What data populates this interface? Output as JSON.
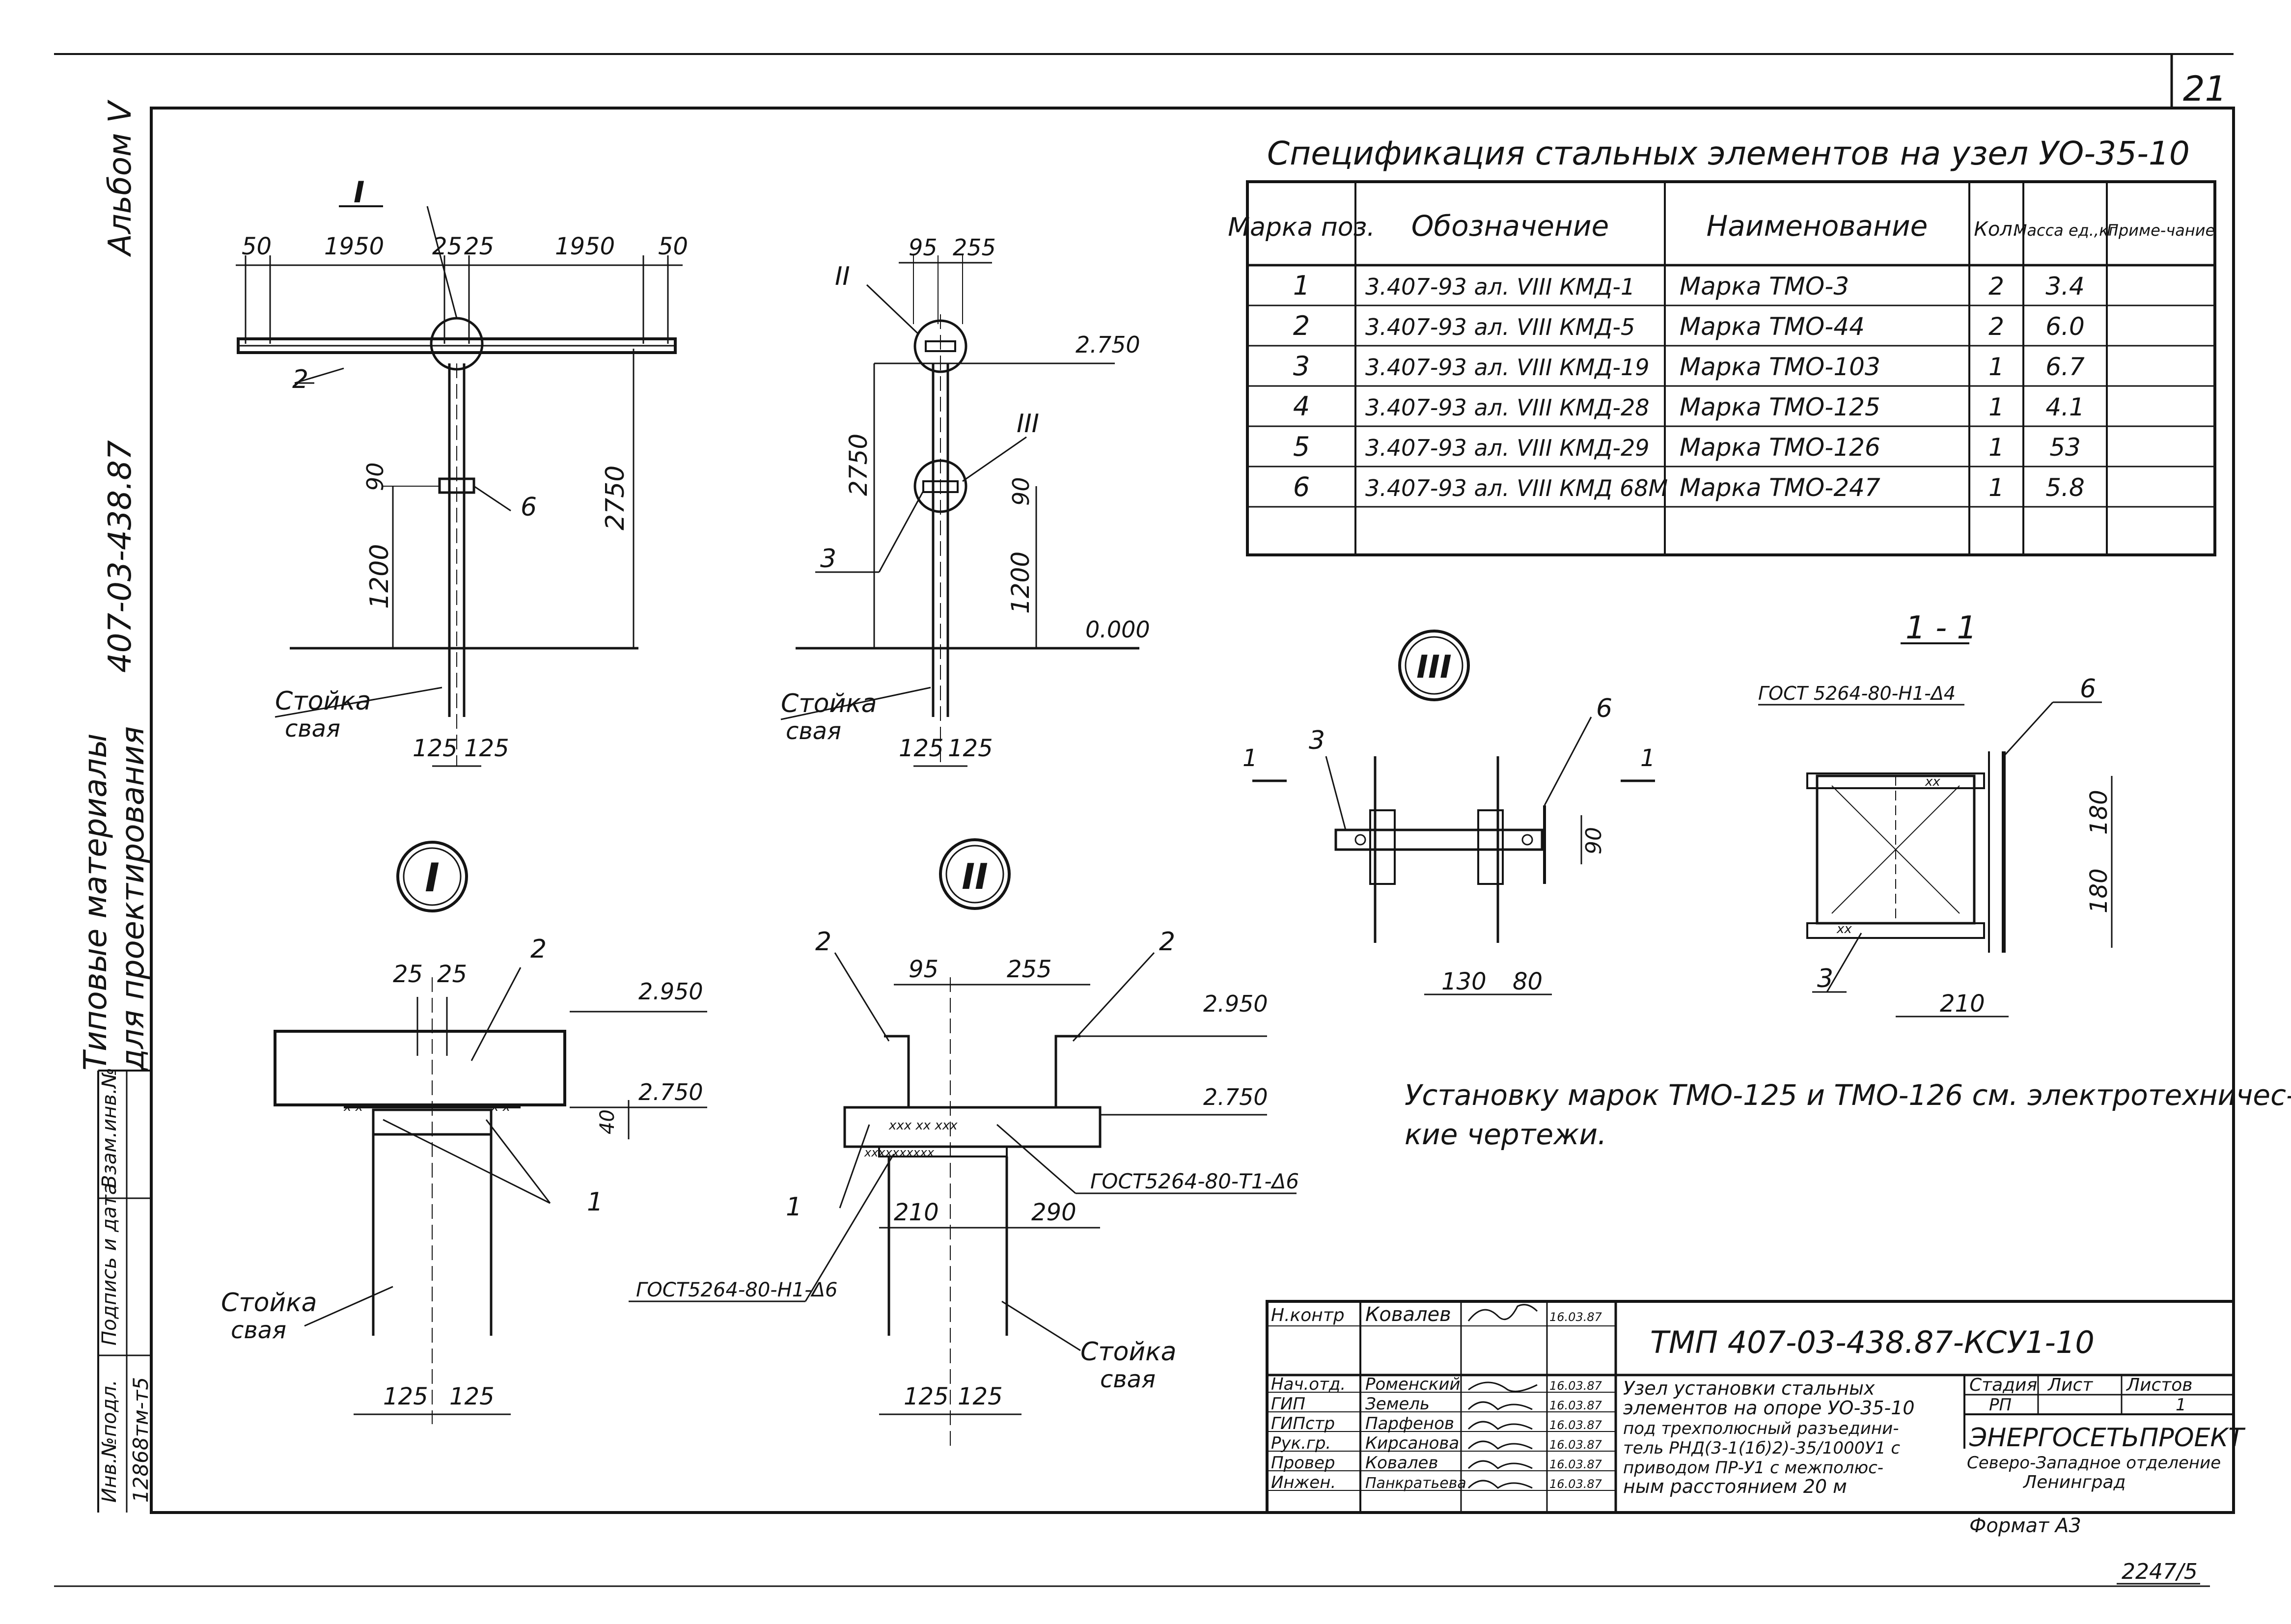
{
  "sheet_number": "21",
  "album": "Альбом V",
  "project_code": "407-03-438.87",
  "series_title": [
    "Типовые материалы",
    "для проектирования"
  ],
  "stamp_columns": [
    "Инв.№подл.",
    "Подпись и дата",
    "Взам.инв.№"
  ],
  "inventory_number": "12868тм-т5",
  "spec": {
    "title": "Спецификация стальных элементов на узел УО-35-10",
    "headers": [
      "Марка поз.",
      "Обозначение",
      "Наименование",
      "Кол.",
      "Масса ед.,кг",
      "Приме-чание"
    ],
    "rows": [
      [
        "1",
        "3.407-93 ал. VIII КМД-1",
        "Марка ТМО-3",
        "2",
        "3.4",
        ""
      ],
      [
        "2",
        "3.407-93 ал. VIII КМД-5",
        "Марка ТМО-44",
        "2",
        "6.0",
        ""
      ],
      [
        "3",
        "3.407-93 ал. VIII КМД-19",
        "Марка ТМО-103",
        "1",
        "6.7",
        ""
      ],
      [
        "4",
        "3.407-93 ал. VIII КМД-28",
        "Марка ТМО-125",
        "1",
        "4.1",
        ""
      ],
      [
        "5",
        "3.407-93 ал. VIII КМД-29",
        "Марка ТМО-126",
        "1",
        "53",
        ""
      ],
      [
        "6",
        "3.407-93 ал. VIII КМД 68М",
        "Марка ТМО-247",
        "1",
        "5.8",
        ""
      ],
      [
        "",
        "",
        "",
        "",
        "",
        ""
      ]
    ]
  },
  "note": "Установку марок ТМО-125 и ТМО-126 см. электротехнические чертежи.",
  "front_view": {
    "callout": "I",
    "dims_top": [
      "50",
      "1950",
      "25",
      "25",
      "1950",
      "50"
    ],
    "marks": [
      "2",
      "6"
    ],
    "dim_90": "90",
    "dim_1200": "1200",
    "dim_2750": "2750",
    "dim_bottom": [
      "125",
      "125"
    ],
    "pile_label": [
      "Стойка",
      "свая"
    ]
  },
  "side_view": {
    "callouts": [
      "II",
      "III"
    ],
    "dims_top": [
      "95",
      "255"
    ],
    "level_top": "2.750",
    "level_ground": "0.000",
    "dim_2750": "2750",
    "dim_90": "90",
    "dim_1200": "1200",
    "mark": "3",
    "dim_bottom": [
      "125",
      "125"
    ],
    "pile_label": [
      "Стойка",
      "свая"
    ]
  },
  "detail_I": {
    "label": "I",
    "dims_top": [
      "25",
      "25"
    ],
    "marks": [
      "2",
      "1"
    ],
    "level_top": "2.950",
    "level_bot": "2.750",
    "dim_40": "40",
    "dim_bottom": [
      "125",
      "125"
    ],
    "pile_label": [
      "Стойка",
      "свая"
    ]
  },
  "detail_II": {
    "label": "II",
    "dims_top": [
      "95",
      "255"
    ],
    "marks": [
      "2",
      "2",
      "1"
    ],
    "level_top": "2.950",
    "level_bot": "2.750",
    "gost_right": "ГОСТ5264-80-Т1-Δ6",
    "gost_left": "ГОСТ5264-80-Н1-Δ6",
    "dims_mid": [
      "210",
      "290"
    ],
    "dim_bottom": [
      "125",
      "125"
    ],
    "pile_label": [
      "Стойка",
      "свая"
    ]
  },
  "detail_III": {
    "label": "III",
    "marks": [
      "3",
      "6"
    ],
    "section_mark": "1",
    "dim_90": "90",
    "dims_bottom": [
      "130",
      "80"
    ]
  },
  "section_1_1": {
    "label": "1 - 1",
    "gost": "ГОСТ 5264-80-Н1-Δ4",
    "marks": [
      "6",
      "3"
    ],
    "dims_right": [
      "180",
      "180"
    ],
    "dim_bottom": "210"
  },
  "title_block": {
    "document_code": "ТМП 407-03-438.87-КСУ1-10",
    "signatures": [
      {
        "role": "Н.контр",
        "name": "Ковалев",
        "date": "16.03.87"
      },
      {
        "role": "Нач.отд.",
        "name": "Роменский",
        "date": "16.03.87"
      },
      {
        "role": "ГИП",
        "name": "Земель",
        "date": "16.03.87"
      },
      {
        "role": "ГИПстр",
        "name": "Парфенов",
        "date": "16.03.87"
      },
      {
        "role": "Рук.гр.",
        "name": "Кирсанова",
        "date": "16.03.87"
      },
      {
        "role": "Провер",
        "name": "Ковалев",
        "date": "16.03.87"
      },
      {
        "role": "Инжен.",
        "name": "Панкратьева",
        "date": "16.03.87"
      }
    ],
    "description": [
      "Узел установки стальных",
      "элементов на опоре УО-35-10",
      "под трехполюсный разъедини-",
      "тель РНД(3-1(1б)2)-35/1000У1 с",
      "приводом ПР-У1 с межполюс-",
      "ным расстоянием 20 м"
    ],
    "stage_header": "Стадия",
    "sheet_header": "Лист",
    "sheets_header": "Листов",
    "stage": "РП",
    "sheet": "",
    "sheets": "1",
    "org_name": "ЭНЕРГОСЕТЬПРОЕКТ",
    "org_branch": "Северо-Западное отделение",
    "org_city": "Ленинград",
    "format": "Формат А3"
  },
  "archive_number": "2247/5"
}
